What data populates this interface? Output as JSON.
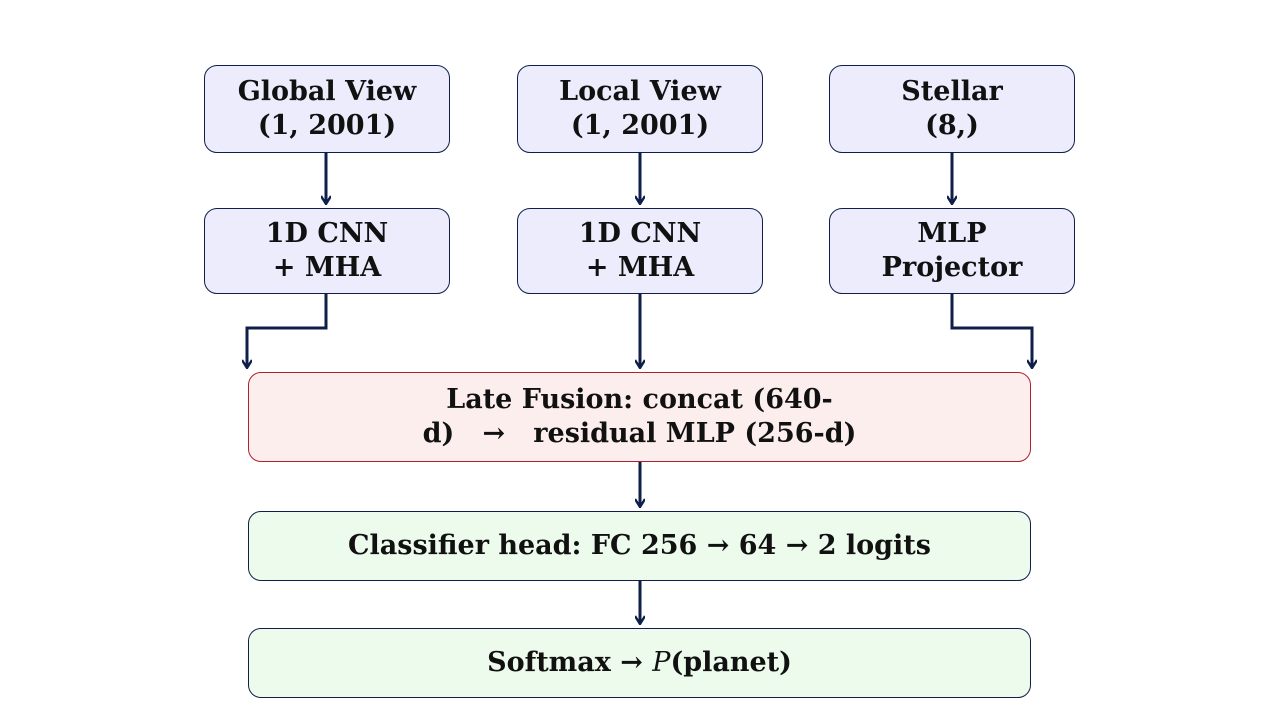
{
  "nodes": {
    "global_view": {
      "line1": "Global View",
      "line2": "(1, 2001)"
    },
    "local_view": {
      "line1": "Local View",
      "line2": "(1, 2001)"
    },
    "stellar": {
      "line1": "Stellar",
      "line2": "(8,)"
    },
    "cnn_global": {
      "line1": "1D CNN",
      "line2": "+ MHA"
    },
    "cnn_local": {
      "line1": "1D CNN",
      "line2": "+ MHA"
    },
    "mlp_projector": {
      "line1": "MLP",
      "line2": "Projector"
    },
    "late_fusion": {
      "line1": "Late Fusion: concat (640-",
      "line2": "d)   →   residual MLP (256-d)"
    },
    "classifier_head": {
      "text": "Classifier head: FC 256 → 64 → 2 logits"
    },
    "softmax": {
      "prefix": "Softmax → ",
      "p": "P",
      "suffix": "(planet)"
    }
  },
  "colors": {
    "edge": "#0f1f4a",
    "input_fill": "#ececfd",
    "fusion_fill": "#fdeeee",
    "fusion_border": "#b21f2d",
    "output_fill": "#edfbed"
  }
}
